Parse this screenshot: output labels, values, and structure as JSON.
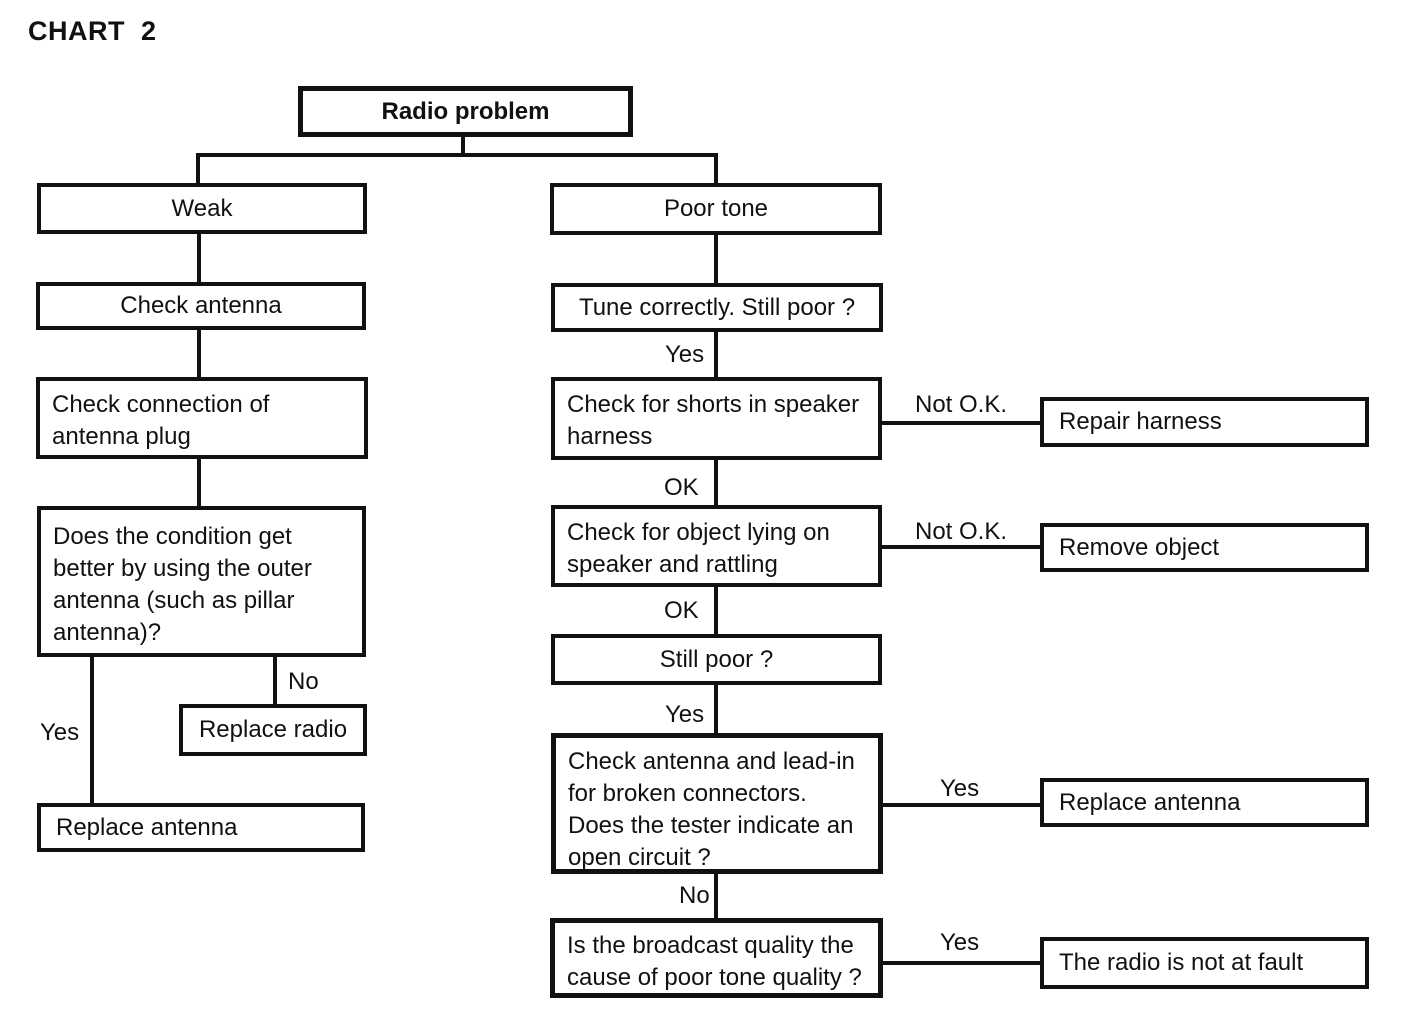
{
  "title": "CHART 2",
  "colors": {
    "ink": "#111111",
    "paper": "#ffffff"
  },
  "nodes": {
    "radio_problem": "Radio problem",
    "weak": "Weak",
    "poor_tone": "Poor tone",
    "check_antenna": "Check antenna",
    "tune_correctly": "Tune correctly. Still poor ?",
    "check_connection": "Check connection of\nantenna plug",
    "check_shorts": "Check for shorts in speaker\nharness",
    "repair_harness": "Repair harness",
    "outer_antenna_question": "Does the condition get\nbetter by using the outer\nantenna (such as pillar\nantenna)?",
    "check_object": "Check for object lying on\nspeaker and rattling",
    "remove_object": "Remove object",
    "still_poor": "Still poor ?",
    "replace_radio": "Replace radio",
    "check_lead_in": "Check antenna and lead-in\nfor broken connectors.\nDoes the tester indicate an\nopen circuit ?",
    "replace_antenna_right": "Replace antenna",
    "replace_antenna_left": "Replace antenna",
    "broadcast_quality": "Is the broadcast quality the\ncause of poor tone quality ?",
    "radio_not_at_fault": "The radio is not at fault"
  },
  "edge_labels": {
    "weak_yes": "Yes",
    "weak_no": "No",
    "tune_yes": "Yes",
    "shorts_not_ok": "Not O.K.",
    "shorts_ok": "OK",
    "object_not_ok": "Not O.K.",
    "object_ok": "OK",
    "still_poor_yes": "Yes",
    "lead_in_yes": "Yes",
    "lead_in_no": "No",
    "broadcast_yes": "Yes"
  }
}
